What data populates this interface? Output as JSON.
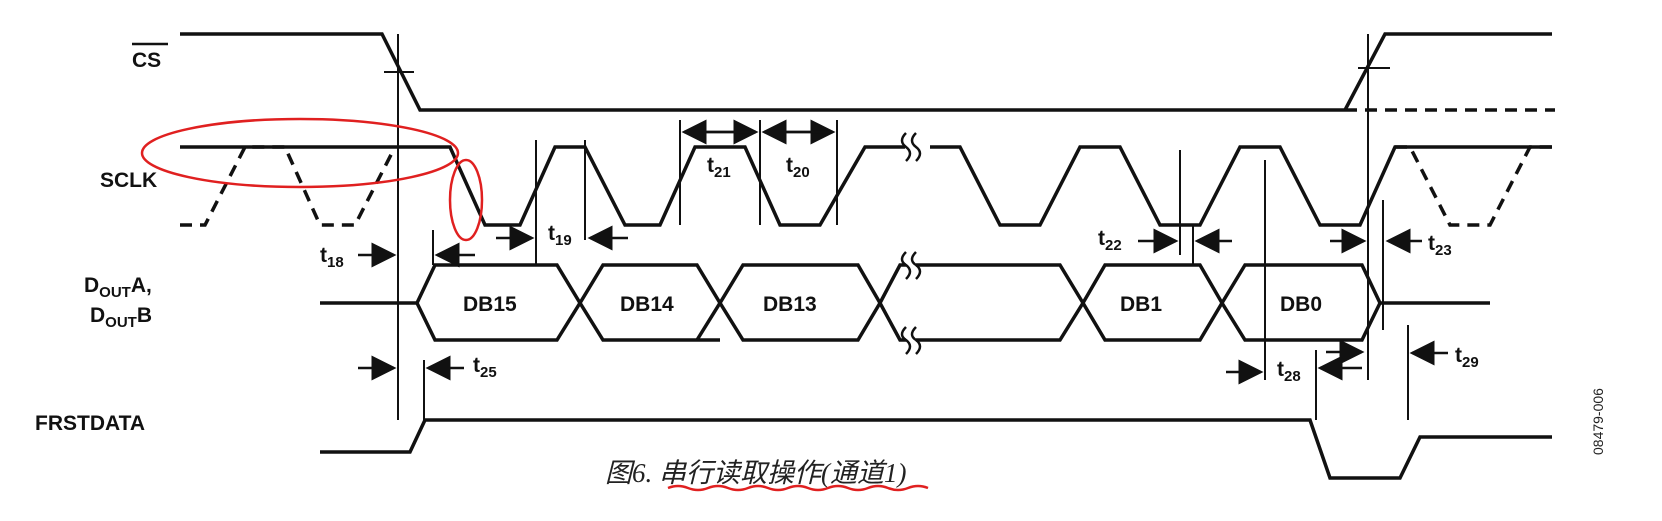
{
  "signals": {
    "cs": "CS",
    "sclk": "SCLK",
    "dout_a_main": "D",
    "dout_a_sub": "OUT",
    "dout_a_suffix": "A,",
    "dout_b_main": "D",
    "dout_b_sub": "OUT",
    "dout_b_suffix": "B",
    "frstdata": "FRSTDATA"
  },
  "data_bits": [
    "DB15",
    "DB14",
    "DB13",
    "DB1",
    "DB0"
  ],
  "timing": {
    "t18": {
      "main": "t",
      "sub": "18"
    },
    "t19": {
      "main": "t",
      "sub": "19"
    },
    "t20": {
      "main": "t",
      "sub": "20"
    },
    "t21": {
      "main": "t",
      "sub": "21"
    },
    "t22": {
      "main": "t",
      "sub": "22"
    },
    "t23": {
      "main": "t",
      "sub": "23"
    },
    "t25": {
      "main": "t",
      "sub": "25"
    },
    "t28": {
      "main": "t",
      "sub": "28"
    },
    "t29": {
      "main": "t",
      "sub": "29"
    }
  },
  "caption": "图6. 串行读取操作(通道1)",
  "figure_id": "08479-006",
  "colors": {
    "ink": "#111111",
    "highlight": "#e02020"
  }
}
